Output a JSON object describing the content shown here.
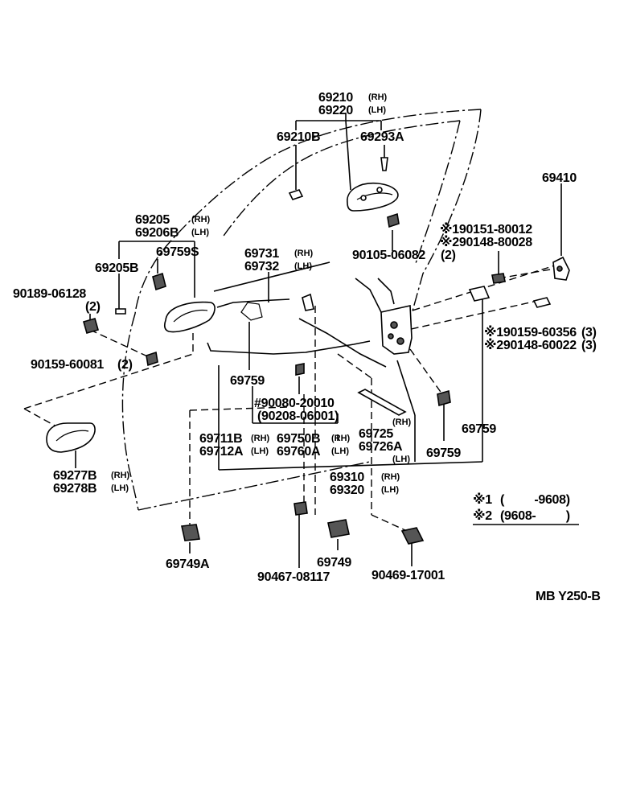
{
  "labels": {
    "p69210": "69210",
    "p69210_side": "(RH)",
    "p69220": "69220",
    "p69220_side": "(LH)",
    "p69210B": "69210B",
    "p69293A": "69293A",
    "p69410": "69410",
    "n1_90151": "※190151-80012",
    "n2_90148": "※290148-80028",
    "p69205": "69205",
    "p69205_side": "(RH)",
    "p69206B": "69206B",
    "p69206B_side": "(LH)",
    "p69759S": "69759S",
    "p69205B": "69205B",
    "p69731": "69731",
    "p69731_side": "(RH)",
    "p69732": "69732",
    "p69732_side": "(LH)",
    "p90105": "90105-06082",
    "p90105_qty": "(2)",
    "p90189": "90189-06128",
    "p90189_qty": "(2)",
    "n1_90159": "※190159-60356",
    "n1_90159_qty": "(3)",
    "n2_90148b": "※290148-60022",
    "n2_90148b_qty": "(3)",
    "p90159_60081": "90159-60081",
    "p90159_60081_qty": "(2)",
    "p69759_a": "69759",
    "p90080": "#90080-20010",
    "p90208": "(90208-06001)",
    "p69725": "69725",
    "p69725_side": "(RH)",
    "p69726A": "69726A",
    "p69726A_side": "(LH)",
    "p69759_b": "69759",
    "p69759_c": "69759",
    "p69711B": "69711B",
    "p69711B_side": "(RH)",
    "p69712A": "69712A",
    "p69712A_side": "(LH)",
    "p69750B": "69750B",
    "p69750B_side": "(RH)",
    "p69760A": "69760A",
    "p69760A_side": "(LH)",
    "p69277B": "69277B",
    "p69277B_side": "(RH)",
    "p69278B": "69278B",
    "p69278B_side": "(LH)",
    "p69310": "69310",
    "p69310_side": "(RH)",
    "p69320": "69320",
    "p69320_side": "(LH)",
    "p69749A": "69749A",
    "p69749": "69749",
    "p90467": "90467-08117",
    "p90469": "90469-17001",
    "code": "MB  Y250-B"
  },
  "legend": {
    "row1_mark": "※1",
    "row1_text": "(         -9608)",
    "row2_mark": "※2",
    "row2_text": "(9608-         )"
  }
}
